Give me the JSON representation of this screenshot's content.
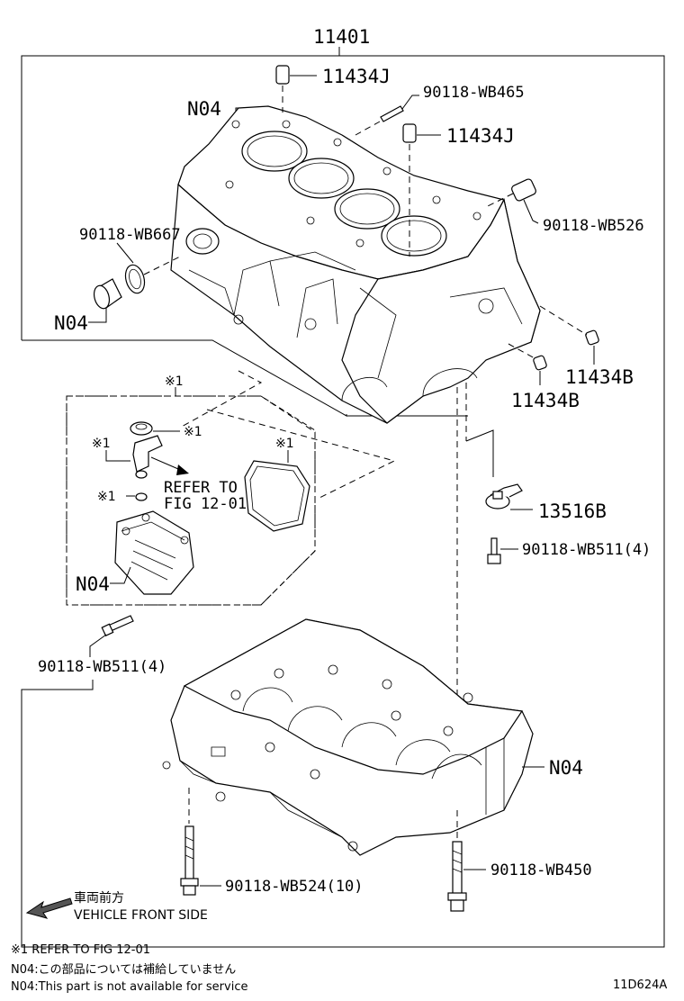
{
  "assembly": {
    "number": "11401"
  },
  "callouts": {
    "pin_top": "11434J",
    "stud_top": "90118-WB465",
    "pin_mid": "11434J",
    "n04_block": "N04",
    "plug_right": "90118-WB526",
    "plug_left": "90118-WB667",
    "n04_plug": "N04",
    "pin_right_a": "11434B",
    "pin_right_b": "11434B",
    "sensor": "13516B",
    "bolt_sensor": "90118-WB511(4)",
    "n04_cover": "N04",
    "bolt_cover": "90118-WB511(4)",
    "n04_lower": "N04",
    "bolt_lower_long": "90118-WB450",
    "bolt_lower_10": "90118-WB524(10)"
  },
  "inset": {
    "mark_top": "※1",
    "mark_cap": "※1",
    "mark_valve": "※1",
    "mark_oring": "※1",
    "mark_gasket": "※1",
    "refer_line1": "REFER TO",
    "refer_line2": "FIG 12-01"
  },
  "direction": {
    "jp": "車両前方",
    "en": "VEHICLE FRONT SIDE"
  },
  "notes": {
    "line1": "※1  REFER TO FIG 12-01",
    "line2": "N04:この部品については補給していません",
    "line3": "N04:This part is not available for service"
  },
  "figure_id": "11D624A"
}
